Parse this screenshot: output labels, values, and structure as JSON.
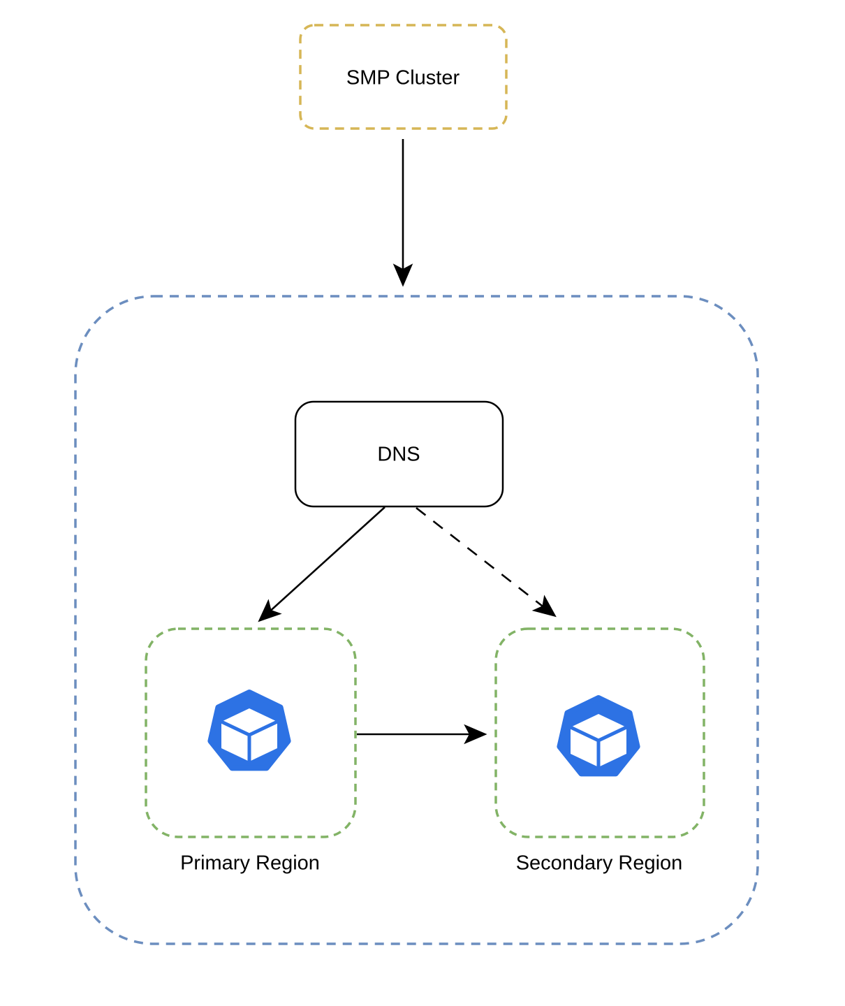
{
  "diagram": {
    "type": "architecture-diagram",
    "nodes": {
      "smp_cluster": {
        "label": "SMP Cluster",
        "shape": "rounded-rect",
        "border_style": "dashed",
        "border_color": "#D6B656"
      },
      "outer_container": {
        "label": "",
        "shape": "rounded-rect",
        "border_style": "dashed",
        "border_color": "#6C8EBF"
      },
      "dns": {
        "label": "DNS",
        "shape": "rounded-rect",
        "border_style": "solid",
        "border_color": "#000000"
      },
      "primary_region": {
        "label": "Primary Region",
        "shape": "rounded-rect",
        "border_style": "dashed",
        "border_color": "#82B366",
        "icon": "cube-heptagon-icon"
      },
      "secondary_region": {
        "label": "Secondary Region",
        "shape": "rounded-rect",
        "border_style": "dashed",
        "border_color": "#82B366",
        "icon": "cube-heptagon-icon"
      }
    },
    "edges": [
      {
        "from": "smp_cluster",
        "to": "outer_container",
        "style": "solid",
        "arrow": "filled"
      },
      {
        "from": "dns",
        "to": "primary_region",
        "style": "solid",
        "arrow": "filled"
      },
      {
        "from": "dns",
        "to": "secondary_region",
        "style": "dashed",
        "arrow": "filled"
      },
      {
        "from": "primary_region",
        "to": "secondary_region",
        "style": "solid",
        "arrow": "filled"
      }
    ],
    "colors": {
      "smp_border": "#D6B656",
      "container_border": "#6C8EBF",
      "region_border": "#82B366",
      "icon_blue": "#2D72E4",
      "arrow": "#000000",
      "background": "#FFFFFF",
      "text": "#000000"
    }
  }
}
